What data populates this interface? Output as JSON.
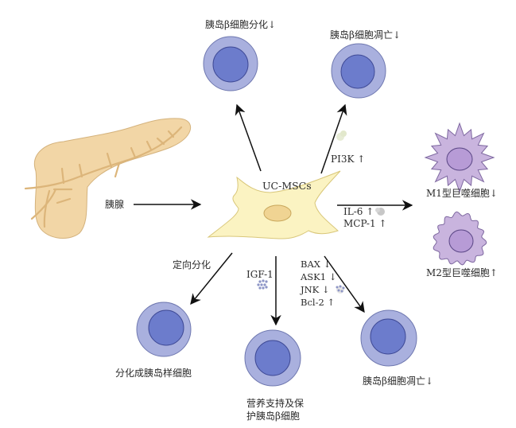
{
  "diagram": {
    "center": {
      "label": "UC-MSCs"
    },
    "source": {
      "label": "胰腺",
      "icon": "pancreas-icon"
    },
    "outcomes": {
      "top_left": {
        "label": "胰岛β细胞分化↓"
      },
      "top_right": {
        "label": "胰岛β细胞凋亡↓",
        "pathway": "PI3K ↑"
      },
      "m1": {
        "label": "M1型巨噬细胞↓"
      },
      "m2": {
        "label": "M2型巨噬细胞↑"
      },
      "cytokines": [
        "IL-6 ↑",
        "MCP-1 ↑"
      ],
      "directed": {
        "arrow_label": "定向分化",
        "label": "分化成胰岛样细胞"
      },
      "nutrition": {
        "factor": "IGF-1",
        "label_lines": [
          "营养支持及保",
          "护胰岛β细胞"
        ]
      },
      "apoptosis": {
        "markers": [
          "BAX ↓",
          "ASK1 ↓",
          "JNK ↓",
          "Bcl-2 ↑"
        ],
        "label": "胰岛β细胞凋亡↓"
      }
    },
    "colors": {
      "cell_outer": "#a9b0de",
      "cell_inner": "#6c7ccc",
      "msc_body": "#fbf3c2",
      "msc_nucleus": "#f0d493",
      "macrophage": "#c9b4de",
      "macrophage_nucleus": "#b79bd6",
      "pancreas": "#f2d6a6",
      "duct": "#dcb57a"
    }
  }
}
